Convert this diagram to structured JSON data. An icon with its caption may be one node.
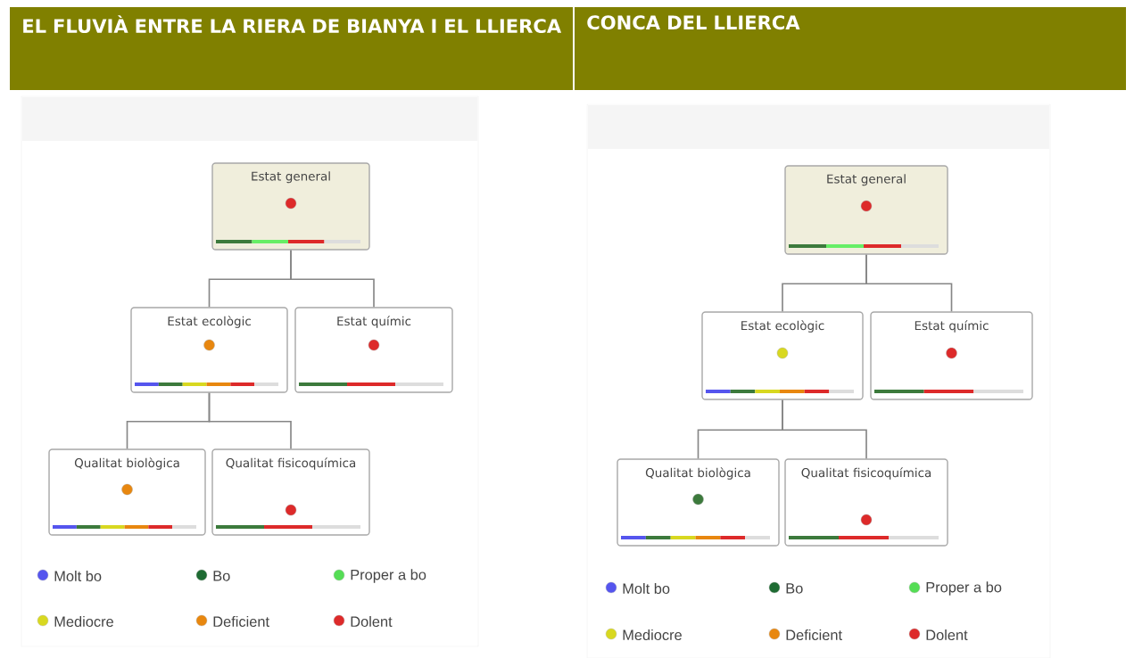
{
  "diagram": {
    "nodes": [
      {
        "text": [
          "EL FLUVIÀ ENTRE LA RIERA DE BIANYA I EL LLIERCA"
        ]
      },
      {
        "text": [
          "CONCA DEL LLIERCA"
        ]
      },
      {
        "text": [
          "Estat general"
        ]
      },
      {
        "text": [
          "Estat ecològic"
        ]
      },
      {
        "text": [
          "Estat químic"
        ]
      },
      {
        "text": [
          "Qualitat biològica"
        ]
      },
      {
        "text": [
          "Qualitat fisicoquímica"
        ]
      },
      {
        "text": [
          "Estat general"
        ]
      },
      {
        "text": [
          "Estat ecològic"
        ]
      },
      {
        "text": [
          "Estat químic"
        ]
      },
      {
        "text": [
          "Qualitat biològica"
        ]
      },
      {
        "text": [
          "Qualitat fisicoquímica"
        ]
      }
    ],
    "edges": [
      {
        "from": 2,
        "to": 3,
        "arrow": "none"
      },
      {
        "from": 2,
        "to": 4,
        "arrow": "none"
      },
      {
        "from": 3,
        "to": 5,
        "arrow": "none"
      },
      {
        "from": 3,
        "to": 6,
        "arrow": "none"
      },
      {
        "from": 7,
        "to": 8,
        "arrow": "none"
      },
      {
        "from": 7,
        "to": 9,
        "arrow": "none"
      },
      {
        "from": 8,
        "to": 10,
        "arrow": "none"
      },
      {
        "from": 8,
        "to": 11,
        "arrow": "none"
      }
    ],
    "legend": [
      {
        "text": "Molt bo",
        "color": "#5555ee"
      },
      {
        "text": "Bo",
        "color": "#1e6b32"
      },
      {
        "text": "Proper a bo",
        "color": "#55dd55"
      },
      {
        "text": "Mediocre",
        "color": "#d8d820"
      },
      {
        "text": "Deficient",
        "color": "#e8870f"
      },
      {
        "text": "Dolent",
        "color": "#dd2a2a"
      },
      {
        "text": "Molt bo",
        "color": "#5555ee"
      },
      {
        "text": "Bo",
        "color": "#1e6b32"
      },
      {
        "text": "Proper a bo",
        "color": "#55dd55"
      },
      {
        "text": "Mediocre",
        "color": "#d8d820"
      },
      {
        "text": "Deficient",
        "color": "#e8870f"
      },
      {
        "text": "Dolent",
        "color": "#dd2a2a"
      }
    ]
  }
}
